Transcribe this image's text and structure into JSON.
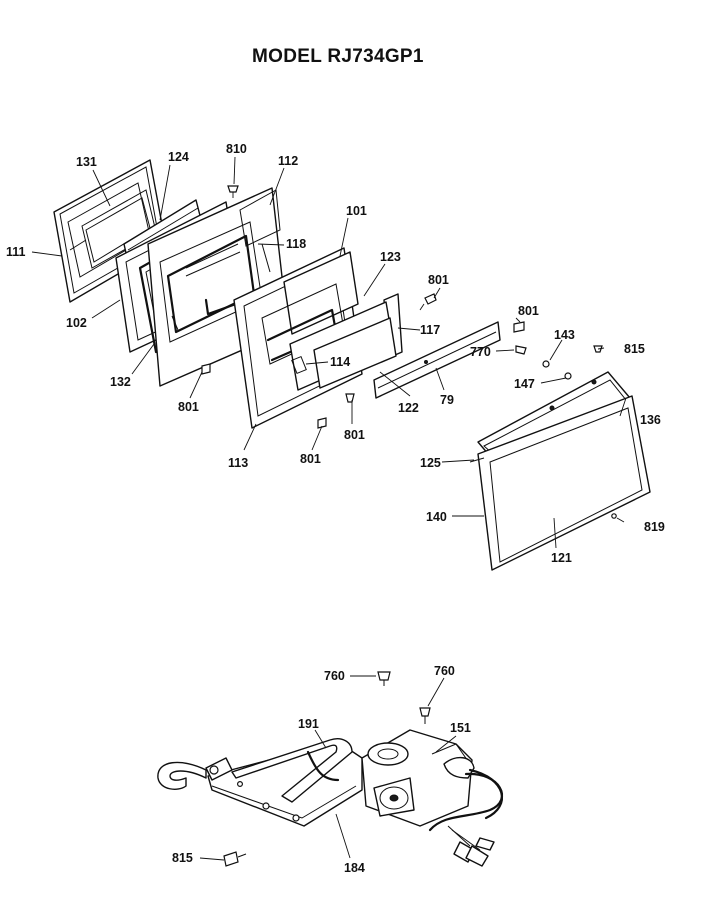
{
  "title": "MODEL RJ734GP1",
  "callouts": [
    {
      "id": "131",
      "text": "131"
    },
    {
      "id": "124",
      "text": "124"
    },
    {
      "id": "810",
      "text": "810"
    },
    {
      "id": "112",
      "text": "112"
    },
    {
      "id": "111",
      "text": "111"
    },
    {
      "id": "118",
      "text": "118"
    },
    {
      "id": "101",
      "text": "101"
    },
    {
      "id": "123",
      "text": "123"
    },
    {
      "id": "801a",
      "text": "801"
    },
    {
      "id": "102",
      "text": "102"
    },
    {
      "id": "117",
      "text": "117"
    },
    {
      "id": "801b",
      "text": "801"
    },
    {
      "id": "143",
      "text": "143"
    },
    {
      "id": "815a",
      "text": "815"
    },
    {
      "id": "114",
      "text": "114"
    },
    {
      "id": "132",
      "text": "132"
    },
    {
      "id": "770",
      "text": "770"
    },
    {
      "id": "147",
      "text": "147"
    },
    {
      "id": "801c",
      "text": "801"
    },
    {
      "id": "122",
      "text": "122"
    },
    {
      "id": "79",
      "text": "79"
    },
    {
      "id": "136",
      "text": "136"
    },
    {
      "id": "801d",
      "text": "801"
    },
    {
      "id": "113",
      "text": "113"
    },
    {
      "id": "801e",
      "text": "801"
    },
    {
      "id": "125",
      "text": "125"
    },
    {
      "id": "140",
      "text": "140"
    },
    {
      "id": "819",
      "text": "819"
    },
    {
      "id": "121",
      "text": "121"
    },
    {
      "id": "760a",
      "text": "760"
    },
    {
      "id": "760b",
      "text": "760"
    },
    {
      "id": "191",
      "text": "191"
    },
    {
      "id": "151",
      "text": "151"
    },
    {
      "id": "815b",
      "text": "815"
    },
    {
      "id": "184",
      "text": "184"
    }
  ]
}
